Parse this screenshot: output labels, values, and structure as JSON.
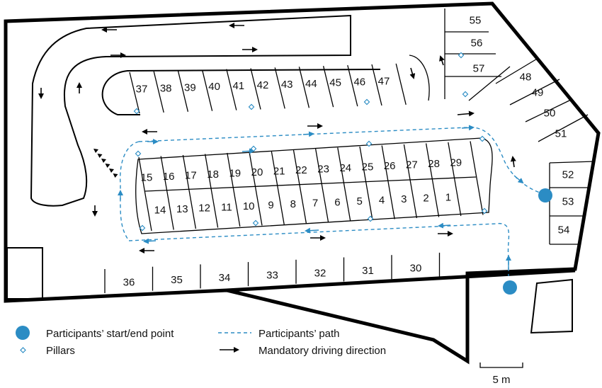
{
  "diagram": {
    "spots": {
      "row_top": [
        "37",
        "38",
        "39",
        "40",
        "41",
        "42",
        "43",
        "44",
        "45",
        "46",
        "47"
      ],
      "row_mid_upper": [
        "15",
        "16",
        "17",
        "18",
        "19",
        "20",
        "21",
        "22",
        "23",
        "24",
        "25",
        "26",
        "27",
        "28",
        "29"
      ],
      "row_mid_lower": [
        "14",
        "13",
        "12",
        "11",
        "10",
        "9",
        "8",
        "7",
        "6",
        "5",
        "4",
        "3",
        "2",
        "1"
      ],
      "row_bottom": [
        "36",
        "35",
        "34",
        "33",
        "32",
        "31",
        "30"
      ],
      "right_upper": [
        "55",
        "56",
        "57"
      ],
      "right_diag": [
        "48",
        "49",
        "50",
        "51"
      ],
      "right_lower": [
        "52",
        "53",
        "54"
      ]
    },
    "scale_label": "5 m"
  },
  "legend": {
    "start_end": "Participants’ start/end point",
    "path": "Participants’ path",
    "pillars": "Pillars",
    "direction": "Mandatory driving direction"
  },
  "colors": {
    "path_blue": "#2b8cc4",
    "walls": "#000000"
  }
}
